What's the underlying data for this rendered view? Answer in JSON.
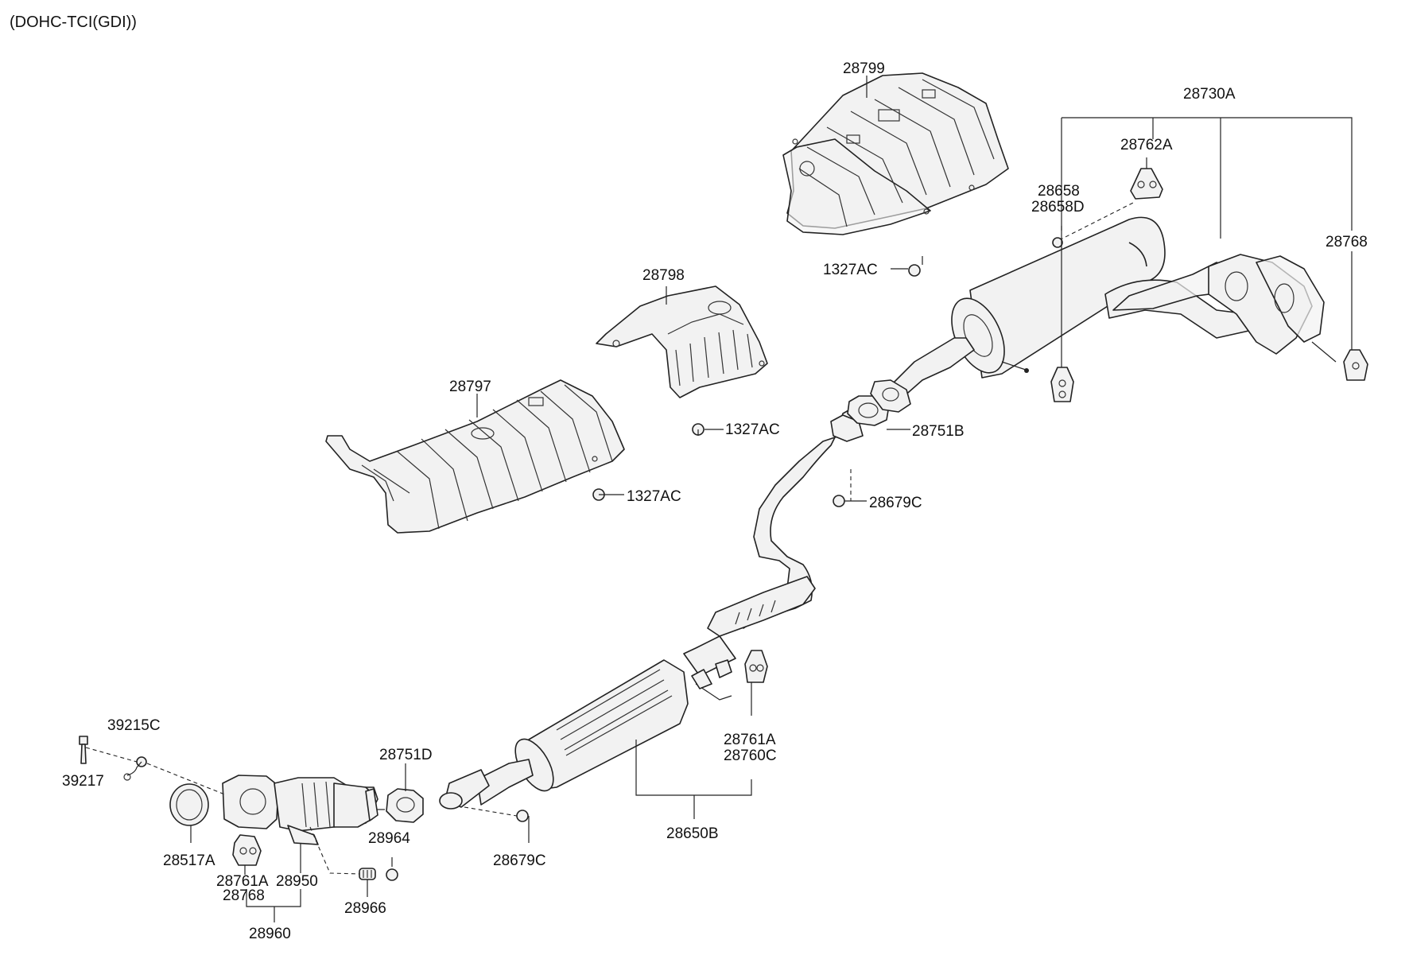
{
  "header": {
    "engine_variant": "(DOHC-TCI(GDI))"
  },
  "labels": {
    "p28799": "28799",
    "p28730A": "28730A",
    "p28762A": "28762A",
    "p28658": "28658",
    "p28658D": "28658D",
    "p28768_top": "28768",
    "p1327AC_a": "1327AC",
    "p28798": "28798",
    "p1327AC_b": "1327AC",
    "p28797": "28797",
    "p1327AC_c": "1327AC",
    "p28751B": "28751B",
    "p28679C_a": "28679C",
    "p39215C": "39215C",
    "p39217": "39217",
    "p28751D": "28751D",
    "p28761A_r": "28761A",
    "p28760C": "28760C",
    "p28517A": "28517A",
    "p28964": "28964",
    "p28679C_b": "28679C",
    "p28650B": "28650B",
    "p28761A_l": "28761A",
    "p28950": "28950",
    "p28768_bot": "28768",
    "p28966": "28966",
    "p28960": "28960"
  }
}
